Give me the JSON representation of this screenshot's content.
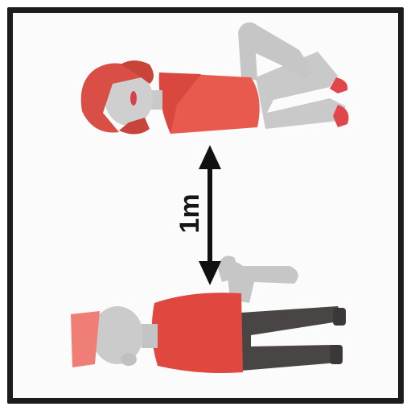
{
  "diagram": {
    "distance_label": "1m",
    "figures": [
      {
        "id": "female",
        "shirt_color": "#e8594e",
        "hair_color": "#d94f45",
        "skin_color": "#c9c9c9",
        "legs_color": "#c9c9c9",
        "shoe_color": "#e0474c"
      },
      {
        "id": "male",
        "shirt_color": "#e0473f",
        "hair_color": "#ef7f76",
        "skin_color": "#c4c4c4",
        "legs_color": "#4a4545",
        "shoe_color": "#3d3838"
      }
    ],
    "colors": {
      "frame": "#1c1c1c",
      "arrow": "#111111",
      "background": "#fbfbfb"
    }
  }
}
